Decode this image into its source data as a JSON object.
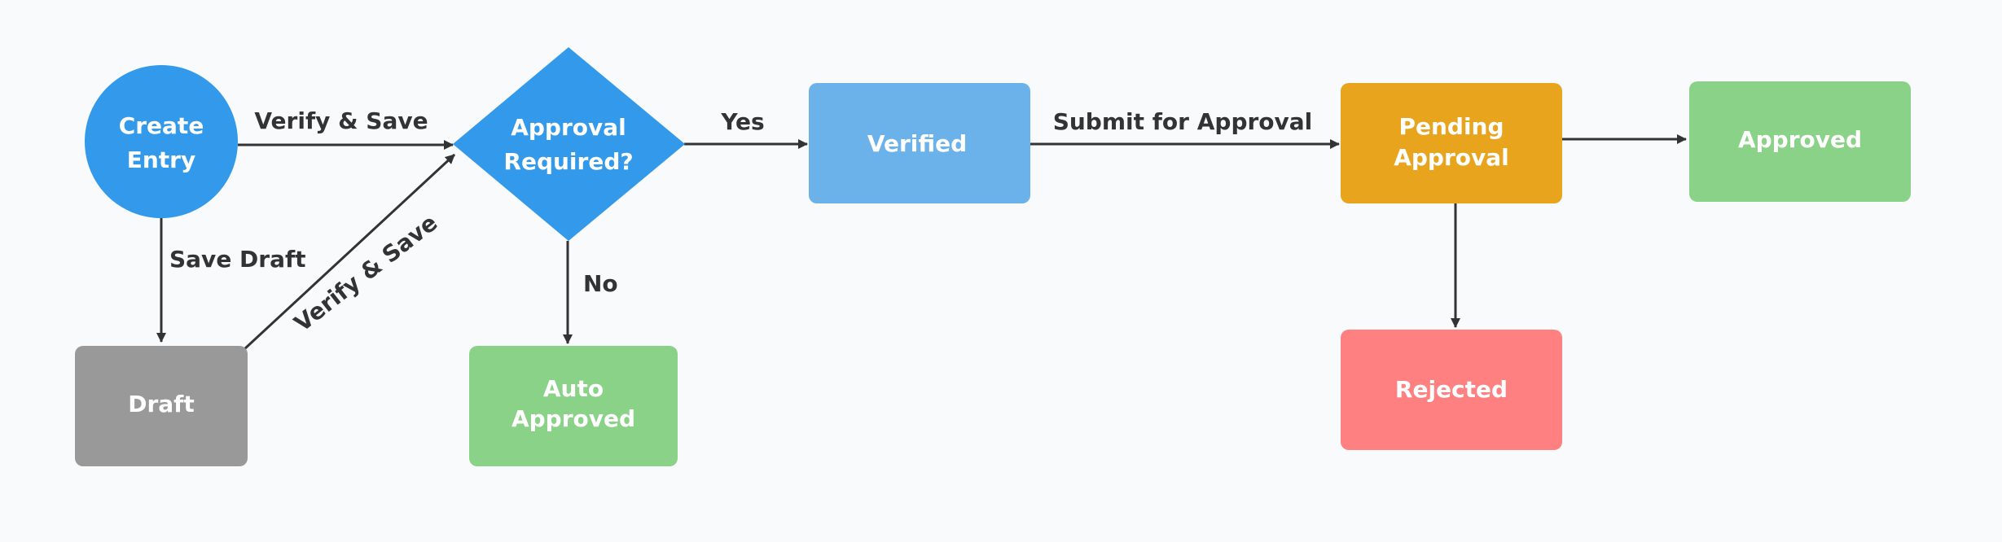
{
  "colors": {
    "background": "#f8fafc",
    "start_node": "#3399ea",
    "decision_node": "#3399ea",
    "verified_node": "#6cb2ea",
    "draft_node": "#999999",
    "approved_node": "#8bd289",
    "pending_node": "#e8a41d",
    "rejected_node": "#ff8080",
    "edge": "#333333"
  },
  "nodes": {
    "create_entry": {
      "lines": [
        "Create",
        "Entry"
      ],
      "shape": "circle"
    },
    "approval_required": {
      "lines": [
        "Approval",
        "Required?"
      ],
      "shape": "diamond"
    },
    "verified": {
      "lines": [
        "Verified"
      ],
      "shape": "rounded-rect"
    },
    "pending_approval": {
      "lines": [
        "Pending",
        "Approval"
      ],
      "shape": "rounded-rect"
    },
    "approved": {
      "lines": [
        "Approved"
      ],
      "shape": "rounded-rect"
    },
    "draft": {
      "lines": [
        "Draft"
      ],
      "shape": "rounded-rect"
    },
    "auto_approved": {
      "lines": [
        "Auto",
        "Approved"
      ],
      "shape": "rounded-rect"
    },
    "rejected": {
      "lines": [
        "Rejected"
      ],
      "shape": "rounded-rect"
    }
  },
  "edges": {
    "verify_save_top": "Verify & Save",
    "save_draft": "Save Draft",
    "verify_save_diag": "Verify & Save",
    "yes": "Yes",
    "no": "No",
    "submit_for_approval": "Submit for Approval"
  }
}
